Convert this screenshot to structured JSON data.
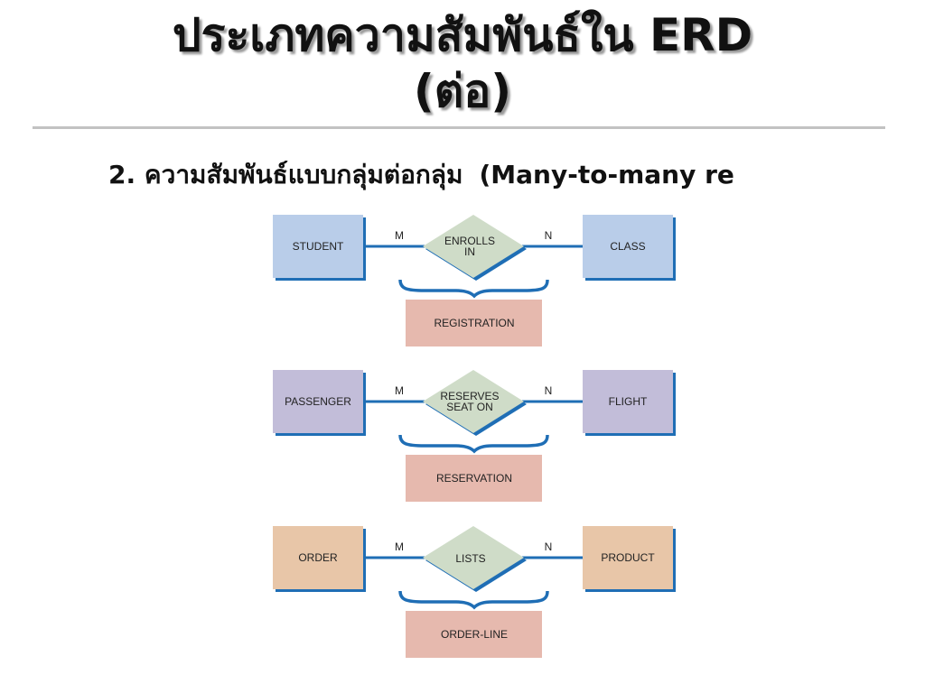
{
  "slide": {
    "title_line1": "ประเภทความสัมพันธ์ใน ERD",
    "title_line2": "(ต่อ)",
    "subtitle_th": "2. ความสัมพันธ์แบบกลุ่มต่อกลุ่ม",
    "subtitle_en": "(Many-to-many re"
  },
  "colors": {
    "line": "#1f6eb5",
    "diamond": "#cfdcc8",
    "associative": "#e6b9ae",
    "student_class": "#b9cde9",
    "passenger_flight": "#c2bdd9",
    "order_product": "#e8c6a8"
  },
  "diagrams": [
    {
      "left": "STUDENT",
      "relationship": [
        "ENROLLS",
        "IN"
      ],
      "right": "CLASS",
      "left_cardinality": "M",
      "right_cardinality": "N",
      "associative_entity": "REGISTRATION"
    },
    {
      "left": "PASSENGER",
      "relationship": [
        "RESERVES",
        "SEAT ON"
      ],
      "right": "FLIGHT",
      "left_cardinality": "M",
      "right_cardinality": "N",
      "associative_entity": "RESERVATION"
    },
    {
      "left": "ORDER",
      "relationship": [
        "LISTS"
      ],
      "right": "PRODUCT",
      "left_cardinality": "M",
      "right_cardinality": "N",
      "associative_entity": "ORDER-LINE"
    }
  ]
}
